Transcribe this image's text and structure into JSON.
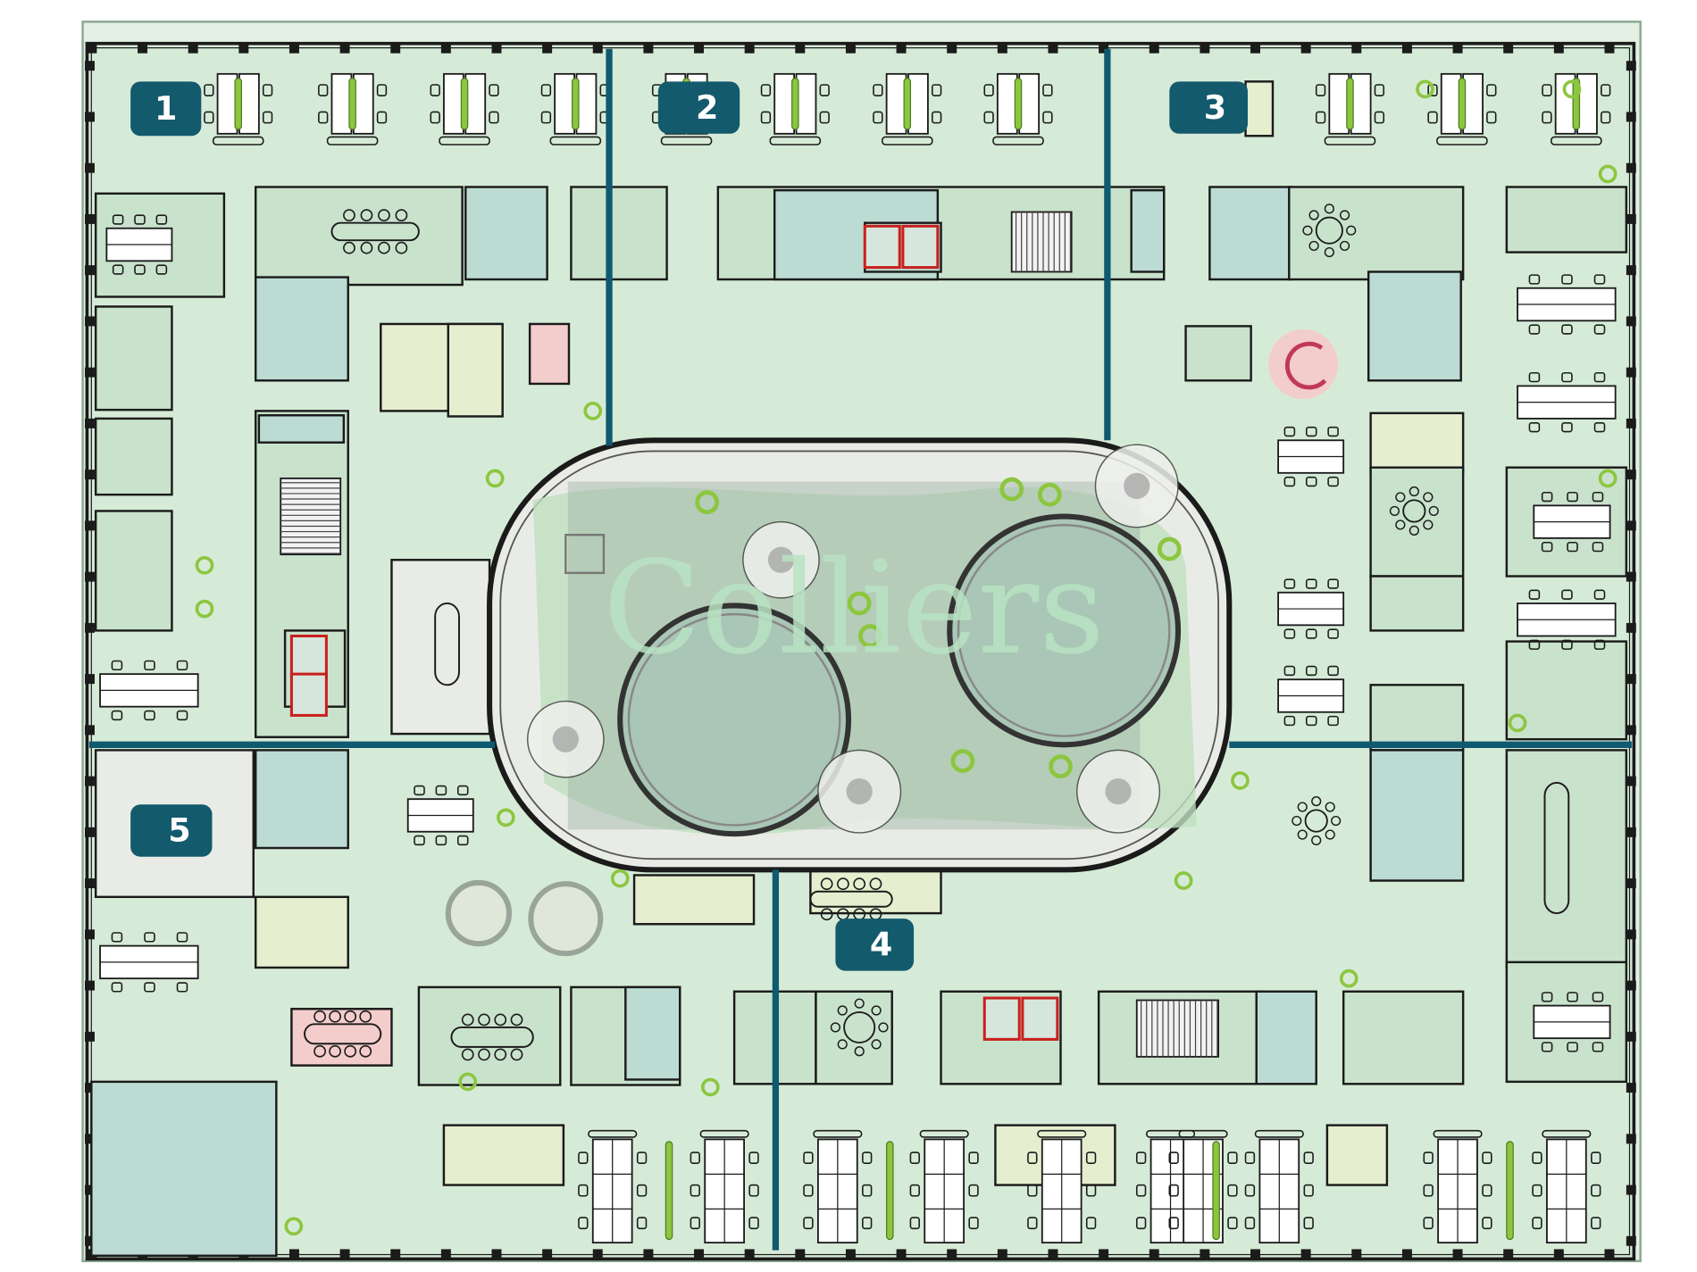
{
  "floorplan": {
    "watermark": "Colliers",
    "zones": [
      {
        "label": "1"
      },
      {
        "label": "2"
      },
      {
        "label": "3"
      },
      {
        "label": "4"
      },
      {
        "label": "5"
      }
    ]
  },
  "colors": {
    "floor": "#d6ebd7",
    "room": "#c9e2cc",
    "glass_room": "#bcdcd3",
    "yellow_room": "#e5eecf",
    "pink_area": "#f3cccc",
    "zone_divider": "#0f5a70",
    "badge": "#135a6d",
    "wall": "#1b1b1b",
    "plant": "#8cc63f",
    "atrium": "#e9ece6"
  }
}
